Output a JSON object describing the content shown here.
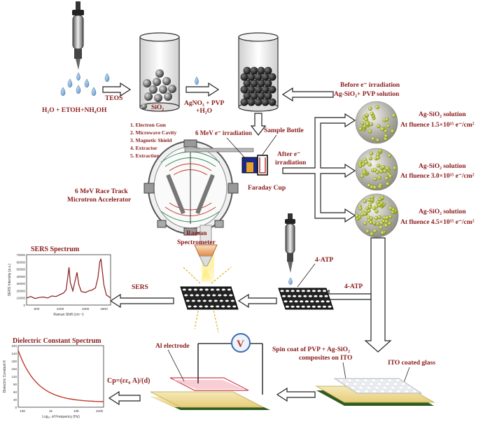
{
  "reactants": {
    "text": "H₂O + ETOH+NH₄OH"
  },
  "teos": {
    "text": "TEOS"
  },
  "sio2_legend": {
    "text": "SiO₂"
  },
  "agno3": {
    "line1": "AgNO₃ + PVP",
    "line2": "+H₂O"
  },
  "before": {
    "line1": "Before e⁻ irradiation",
    "line2": "Ag-SiO₂+ PVP solution"
  },
  "sample_bottle": {
    "text": "Sample Bottle"
  },
  "mev_label": {
    "text": "6 MeV e⁻ irradiation"
  },
  "after": {
    "line1": "After e⁻",
    "line2": "irradiation"
  },
  "faraday": {
    "text": "Faraday Cup"
  },
  "accelerator": {
    "line1": "6 MeV Race Track",
    "line2": "Microtron Accelerator"
  },
  "parts": [
    "1.     Electron Gun",
    "2.     Microwave Cavity",
    "3.     Magnetic Shield",
    "4.     Extractor",
    "5.     Extraction Port"
  ],
  "fluences": [
    {
      "line1": "Ag-SiO₂ solution",
      "line2": "At fluence 1.5×10¹⁵ e⁻/cm²"
    },
    {
      "line1": "Ag-SiO₂ solution",
      "line2": "At fluence 3.0×10¹⁵ e⁻/cm²"
    },
    {
      "line1": "Ag-SiO₂ solution",
      "line2": "At fluence 4.5×10¹⁵ e⁻/cm²"
    }
  ],
  "atp_top": {
    "text": "4-ATP"
  },
  "atp_side": {
    "text": "4-ATP"
  },
  "raman": {
    "line1": "Raman",
    "line2": "Spectrometer"
  },
  "sers_arrow": {
    "text": "SERS"
  },
  "sers_chart": {
    "title": "SERS Spectrum",
    "ylabel": "SERS Intensity (a.u.)",
    "xlabel": "Raman Shift (cm⁻¹)",
    "yticks": [
      "70000",
      "60000",
      "50000",
      "40000",
      "30000",
      "20000",
      "10000",
      "0"
    ],
    "xticks": [
      "500",
      "1000",
      "1500",
      "1800"
    ]
  },
  "spin": {
    "line1": "Spin coat of PVP + Ag-SiO₂",
    "line2": "composites on ITO"
  },
  "ito": {
    "text": "ITO coated glass"
  },
  "al": {
    "text": "Al electrode"
  },
  "volt": {
    "text": "V"
  },
  "cp": {
    "text": "Cp=(εε₀ A)/(d)"
  },
  "diel_chart": {
    "title": "Dielectric Constant Spectrum",
    "ylabel": "Dielectric Constant K",
    "xlabel": "Log₁₀ of Frequency (Hz)",
    "yticks": [
      "240",
      "210",
      "180",
      "150",
      "120",
      "90",
      "60",
      "30",
      "0"
    ],
    "xticks": [
      "100",
      "1k",
      "10k",
      "100k"
    ]
  },
  "colors": {
    "label": "#8b1a1a",
    "arrow": "#222222",
    "nanoparticle": "#c8d64a"
  }
}
